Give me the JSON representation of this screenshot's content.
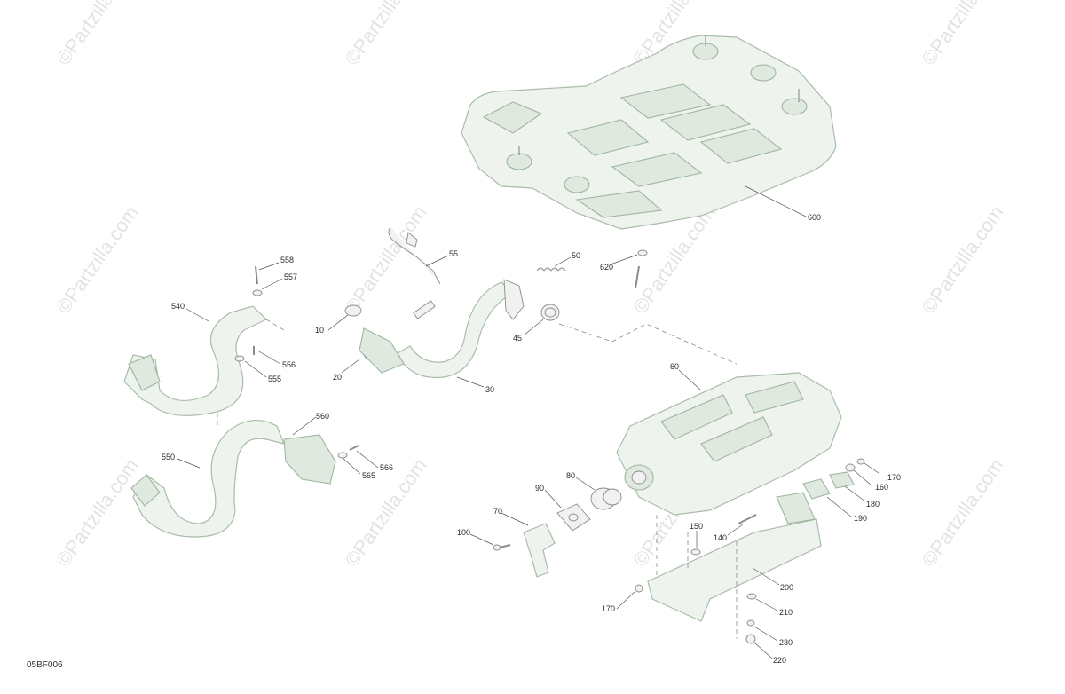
{
  "watermark": "©Partzilla.com",
  "diagram_code": "05BF006",
  "callouts": {
    "c10": "10",
    "c20": "20",
    "c30": "30",
    "c45": "45",
    "c50": "50",
    "c55": "55",
    "c60": "60",
    "c70": "70",
    "c80": "80",
    "c90": "90",
    "c100": "100",
    "c140": "140",
    "c150": "150",
    "c160": "160",
    "c170a": "170",
    "c170b": "170",
    "c180": "180",
    "c190": "190",
    "c200": "200",
    "c210": "210",
    "c220": "220",
    "c230": "230",
    "c540": "540",
    "c550": "550",
    "c555": "555",
    "c556": "556",
    "c557": "557",
    "c558": "558",
    "c560": "560",
    "c565": "565",
    "c566": "566",
    "c600": "600",
    "c620": "620"
  }
}
